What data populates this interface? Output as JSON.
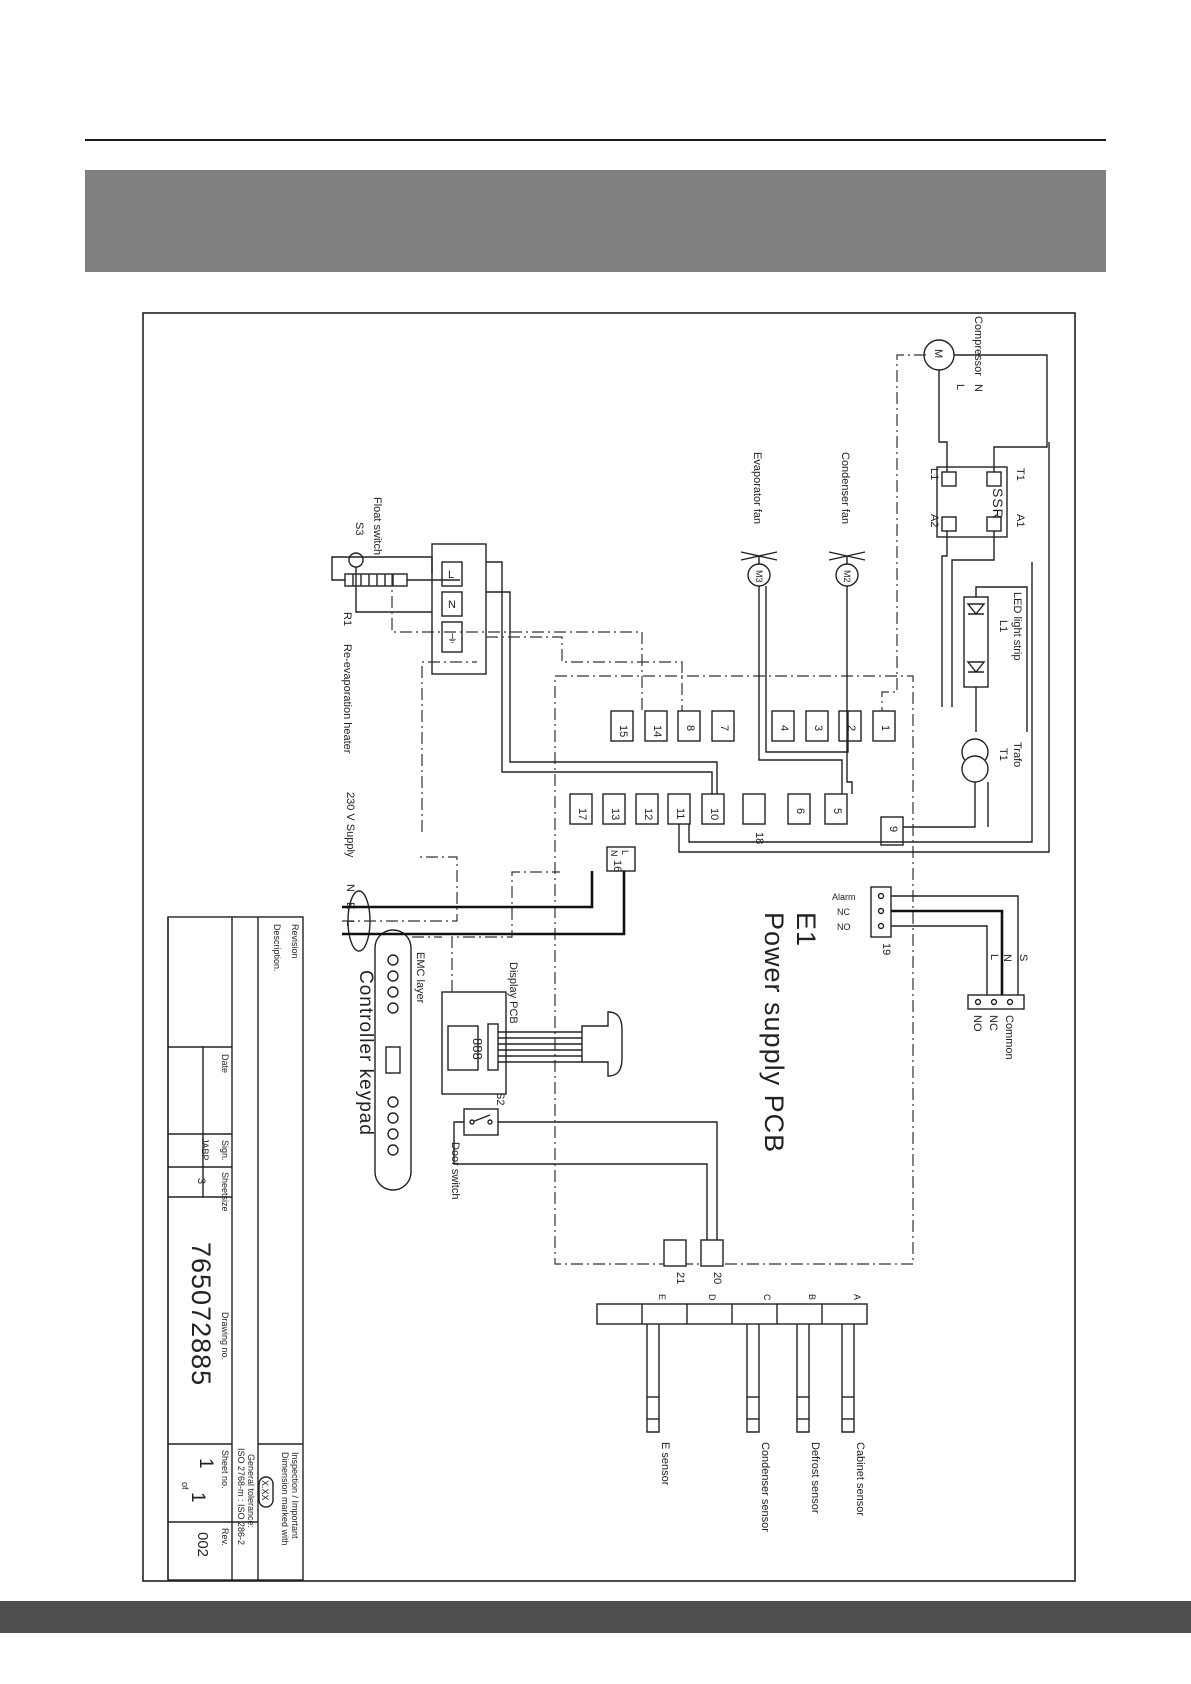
{
  "diagram": {
    "power_pcb": {
      "id": "E1",
      "name": "Power supply PCB"
    },
    "components": {
      "compressor": {
        "label": "Compressor",
        "symbol": "M",
        "pins": [
          "N",
          "L"
        ]
      },
      "ssr": {
        "label": "SSR",
        "pins": [
          "T1",
          "A1",
          "L1",
          "A2"
        ]
      },
      "condenser_fan": {
        "label": "Condenser fan",
        "symbol": "M2"
      },
      "evaporator_fan": {
        "label": "Evaporator fan",
        "symbol": "M3"
      },
      "led_strip": {
        "label": "LED light strip",
        "id": "L1"
      },
      "trafo": {
        "label": "Trafo",
        "id": "T1"
      },
      "float_switch": {
        "label": "Float switch",
        "id": "S3"
      },
      "heater": {
        "label": "Re-evaporation heater",
        "id": "R1"
      },
      "supply": {
        "label": "230 V Supply",
        "pins": [
          "N",
          "E",
          "L"
        ]
      },
      "mains_block": {
        "pins": [
          "L",
          "N",
          "⏚"
        ]
      },
      "alarm_relay": {
        "pins": [
          "Alarm",
          "NC",
          "NO"
        ],
        "terminal": "19",
        "wires": [
          "L",
          "N",
          "S"
        ]
      },
      "alarm_output": {
        "pins": [
          "NO",
          "NC",
          "Common"
        ]
      },
      "door_switch": {
        "label": "Door switch",
        "id": "S2"
      },
      "display_pcb": {
        "label": "Display PCB",
        "digits": "888"
      },
      "emc_layer": {
        "label": "EMC layer"
      },
      "keypad": {
        "label": "Controller keypad"
      },
      "terminal_16": {
        "number": "16",
        "pins": [
          "L",
          "N"
        ]
      },
      "sensors": [
        {
          "connector": "A",
          "label": "Cabinet sensor"
        },
        {
          "connector": "B",
          "label": "Defrost sensor"
        },
        {
          "connector": "C",
          "label": "Condenser sensor"
        },
        {
          "connector": "D",
          "label": ""
        },
        {
          "connector": "E",
          "label": "E sensor"
        }
      ],
      "terminals_top": [
        "1",
        "2",
        "3",
        "4",
        "7",
        "8",
        "14",
        "15"
      ],
      "terminals_mid": [
        "9",
        "18",
        "6",
        "5",
        "10",
        "11",
        "12",
        "13",
        "17"
      ],
      "terminals_low": [
        "20",
        "21"
      ]
    }
  },
  "title_block": {
    "revision_label": "Revision",
    "description_label": "Description.",
    "date_label": "Date",
    "sign_label": "Sign.",
    "sign_value": "JABP",
    "sheetsize_label": "Sheetsize",
    "sheetsize_value": "3",
    "drawing_no_label": "Drawing no.",
    "drawing_no": "765072885",
    "sheet_no_label": "Sheet no.",
    "sheet_value": "1",
    "sheet_of": "of",
    "sheet_total": "1",
    "rev_label": "Rev.",
    "rev_value": "002",
    "inspection_note_1": "Inspection / Important",
    "inspection_note_2": "Dimension marked with",
    "tolerance_box": "X.XX",
    "tolerance_note_1": "General tolerance:",
    "tolerance_note_2": "ISO 2768-m : ISO 286-2"
  },
  "colors": {
    "banner": "#7f7f7f",
    "footer": "#4f4f4f",
    "line": "#222222"
  }
}
